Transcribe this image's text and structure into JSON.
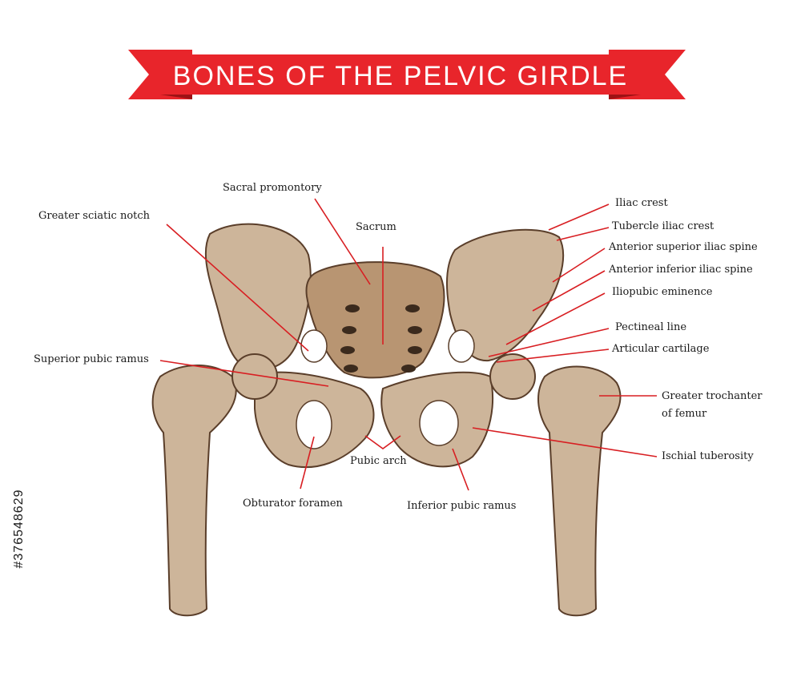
{
  "title": "BONES OF THE PELVIC GIRDLE",
  "stock_id": "#376548629",
  "colors": {
    "banner": "#e8252b",
    "leader": "#d81e22",
    "bone": "#cdb59a",
    "bone_shade": "#a7805f",
    "outline": "#5a3e2a"
  },
  "labels": {
    "sacral_promontory": "Sacral promontory",
    "greater_sciatic_notch": "Greater sciatic notch",
    "sacrum": "Sacrum",
    "iliac_crest": "Iliac crest",
    "tubercle_iliac_crest": "Tubercle iliac crest",
    "anterior_superior_iliac_spine": "Anterior superior iliac spine",
    "anterior_inferior_iliac_spine": "Anterior inferior iliac spine",
    "iliopubic_eminence": "Iliopubic eminence",
    "pectineal_line": "Pectineal line",
    "articular_cartilage": "Articular cartilage",
    "superior_pubic_ramus": "Superior pubic ramus",
    "greater_trochanter_l1": "Greater trochanter",
    "greater_trochanter_l2": "of femur",
    "ischial_tuberosity": "Ischial tuberosity",
    "pubic_arch": "Pubic arch",
    "obturator_foramen": "Obturator foramen",
    "inferior_pubic_ramus": "Inferior pubic ramus"
  }
}
